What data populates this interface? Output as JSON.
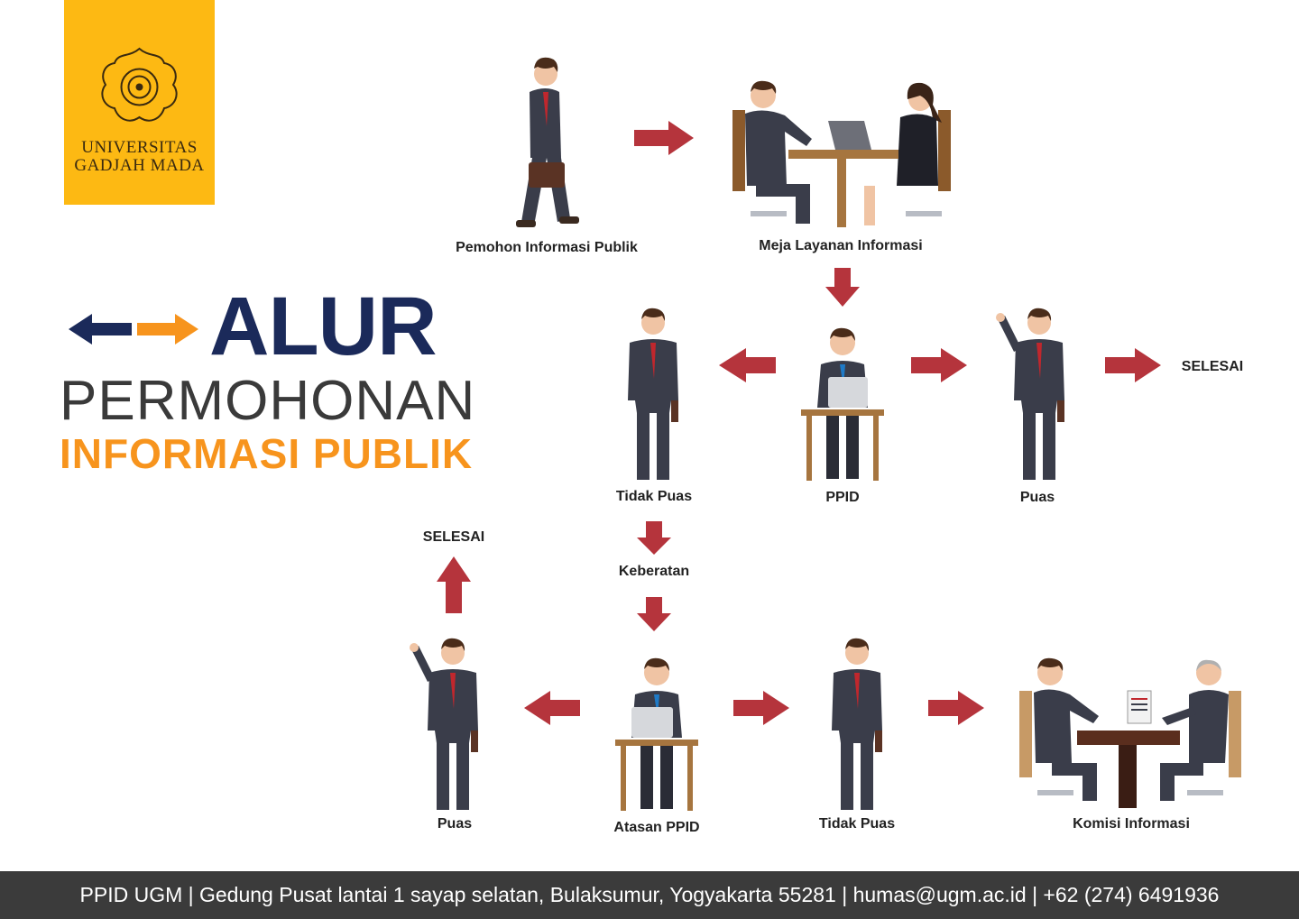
{
  "logo": {
    "line1": "UNIVERSITAS",
    "line2": "GADJAH MADA"
  },
  "title": {
    "main": "ALUR",
    "line2": "PERMOHONAN",
    "line3": "INFORMASI PUBLIK"
  },
  "nodes": {
    "pemohon": "Pemohon Informasi Publik",
    "meja": "Meja Layanan Informasi",
    "ppid": "PPID",
    "tidak_puas_1": "Tidak Puas",
    "puas_1": "Puas",
    "selesai_1": "SELESAI",
    "keberatan": "Keberatan",
    "selesai_2": "SELESAI",
    "atasan": "Atasan PPID",
    "puas_2": "Puas",
    "tidak_puas_2": "Tidak Puas",
    "komisi": "Komisi Informasi"
  },
  "footer": {
    "text": "PPID UGM | Gedung Pusat lantai 1 sayap selatan, Bulaksumur, Yogyakarta 55281 |  humas@ugm.ac.id  |  +62 (274) 6491936"
  },
  "colors": {
    "logo_bg": "#fdb913",
    "navy": "#1b2a5a",
    "orange": "#f7941d",
    "arrow_red": "#b5343c",
    "suit": "#3a3d4a",
    "footer_bg": "#3b3b3b"
  }
}
